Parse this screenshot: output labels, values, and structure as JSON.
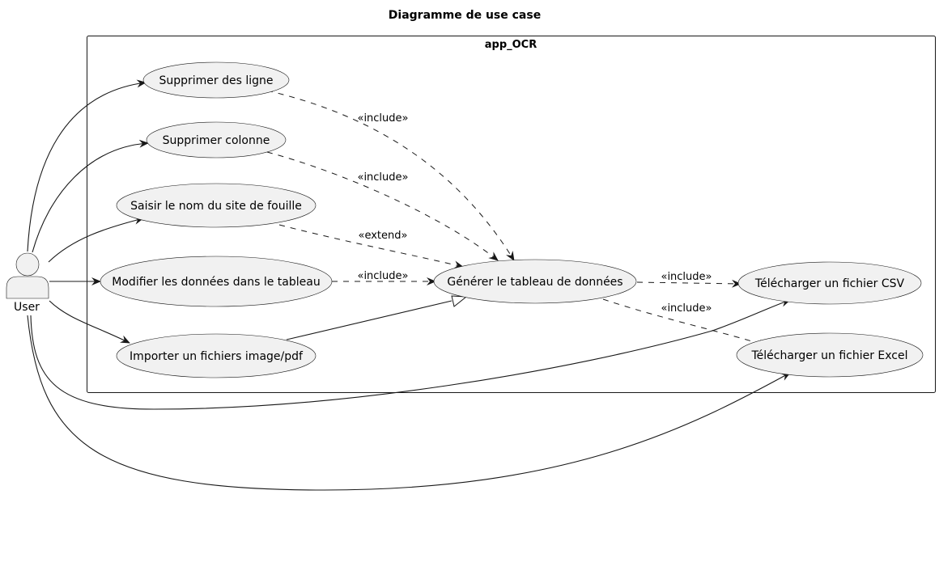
{
  "title": "Diagramme de use case",
  "system": {
    "name": "app_OCR"
  },
  "actor": {
    "label": "User"
  },
  "use_cases": {
    "supprimer_lignes": "Supprimer des ligne",
    "supprimer_colonne": "Supprimer colonne",
    "saisir_nom": "Saisir le nom du site de fouille",
    "modifier_donnees": "Modifier les données dans le tableau",
    "importer": "Importer un fichiers image/pdf",
    "generer": "Générer le tableau de données",
    "telecharger_csv": "Télécharger un fichier CSV",
    "telecharger_excel": "Télécharger un fichier Excel"
  },
  "relations": {
    "supprimer_lignes_to_generer": "«include»",
    "supprimer_colonne_to_generer": "«include»",
    "saisir_nom_to_generer": "«extend»",
    "modifier_donnees_to_generer": "«include»",
    "generer_to_csv": "«include»",
    "generer_to_excel": "«include»"
  }
}
